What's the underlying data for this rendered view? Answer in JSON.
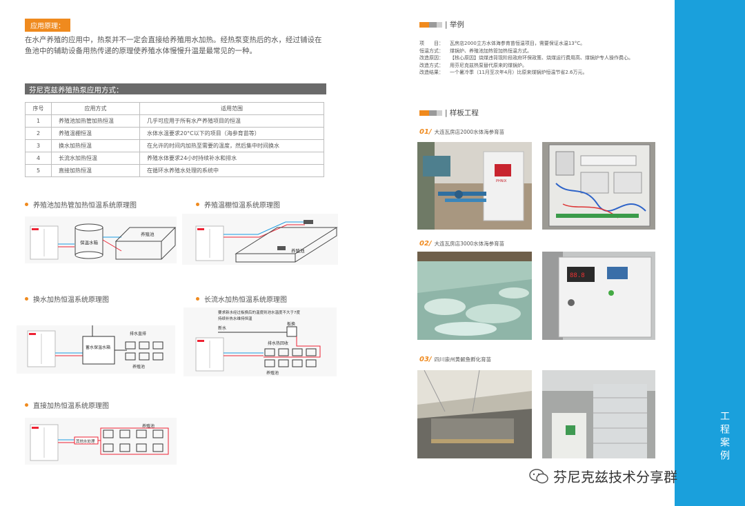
{
  "principle": {
    "tag": "应用原理：",
    "text": "在水产养殖的应用中，热泵并不一定会直接给养殖用水加热。经热泵变热后的水，经过铺设在鱼池中的辅助设备用热传递的原理使养殖水体慢慢升温是最常见的一种。"
  },
  "methods": {
    "title": "芬尼克兹养殖热泵应用方式：",
    "headers": [
      "序号",
      "应用方式",
      "适用范围"
    ],
    "rows": [
      [
        "1",
        "养殖池加热管加热恒温",
        "几乎可应用于所有水产养殖项目的恒温"
      ],
      [
        "2",
        "养殖温棚恒温",
        "水体水温要求20°C以下的项目（海参育苗等）"
      ],
      [
        "3",
        "换水加热恒温",
        "在允许的时间内加热至需要的温度，然后集中时间换水"
      ],
      [
        "4",
        "长流水加热恒温",
        "养殖水体要求24小时持续补水和排水"
      ],
      [
        "5",
        "直接加热恒温",
        "在循环水养殖水处理的系统中"
      ]
    ]
  },
  "diagrams": {
    "d1": {
      "title": "养殖池加热管加热恒温系统原理图",
      "tank": "保温水箱",
      "pool": "养殖池"
    },
    "d2": {
      "title": "养殖温棚恒温系统原理图",
      "pool": "养殖池"
    },
    "d3": {
      "title": "换水加热恒温系统原理图",
      "tank": "蓄水保温水箱",
      "drain": "排水直排",
      "pool": "养殖池"
    },
    "d4": {
      "title": "长流水加热恒温系统原理图",
      "note1": "要求新水经过板换后的温度则池水温度不大于7度",
      "note2": "持续补热水维持恒温",
      "fresh": "新水",
      "exchanger": "板换",
      "recovery": "排水热回收",
      "pool": "养殖池"
    },
    "d5": {
      "title": "直接加热恒温系统原理图",
      "label": "其他水处理",
      "pool": "养殖池"
    }
  },
  "example": {
    "heading": "| 举例",
    "rows": [
      {
        "k": "项　　目：",
        "v": "瓦房店2000立方水体海参育苗恒温项目，需要保证水温13°C。"
      },
      {
        "k": "恒温方式：",
        "v": "煤锅炉、养殖池加热管加热恒温方式。"
      },
      {
        "k": "改造原因：",
        "v": "【核心原因】烧煤违背现阶段政府环保政策、烧煤运行费用高、煤锅炉专人操作费心。"
      },
      {
        "k": "改造方式：",
        "v": "用芬尼克兹热泵替代原来的煤锅炉。"
      },
      {
        "k": "改造结果：",
        "v": "一个暑冷季（11月至次年4月）比原来煤锅炉恒温节省2.6万元。"
      }
    ]
  },
  "projects": {
    "heading": "| 样板工程",
    "items": [
      {
        "num": "01/",
        "label": "大连瓦房店2000水体海参育苗"
      },
      {
        "num": "02/",
        "label": "大连瓦房店3000水体海参育苗"
      },
      {
        "num": "03/",
        "label": "四川崇州黄颡鱼孵化育苗"
      }
    ],
    "logo_text": "PHNIX"
  },
  "sidebar": {
    "text": "工程案例"
  },
  "watermark": {
    "text": "芬尼克兹技术分享群"
  },
  "colors": {
    "accent": "#ef8a1e",
    "sidebar": "#1aa0dc",
    "gray_bar": "#6a6a6a"
  }
}
